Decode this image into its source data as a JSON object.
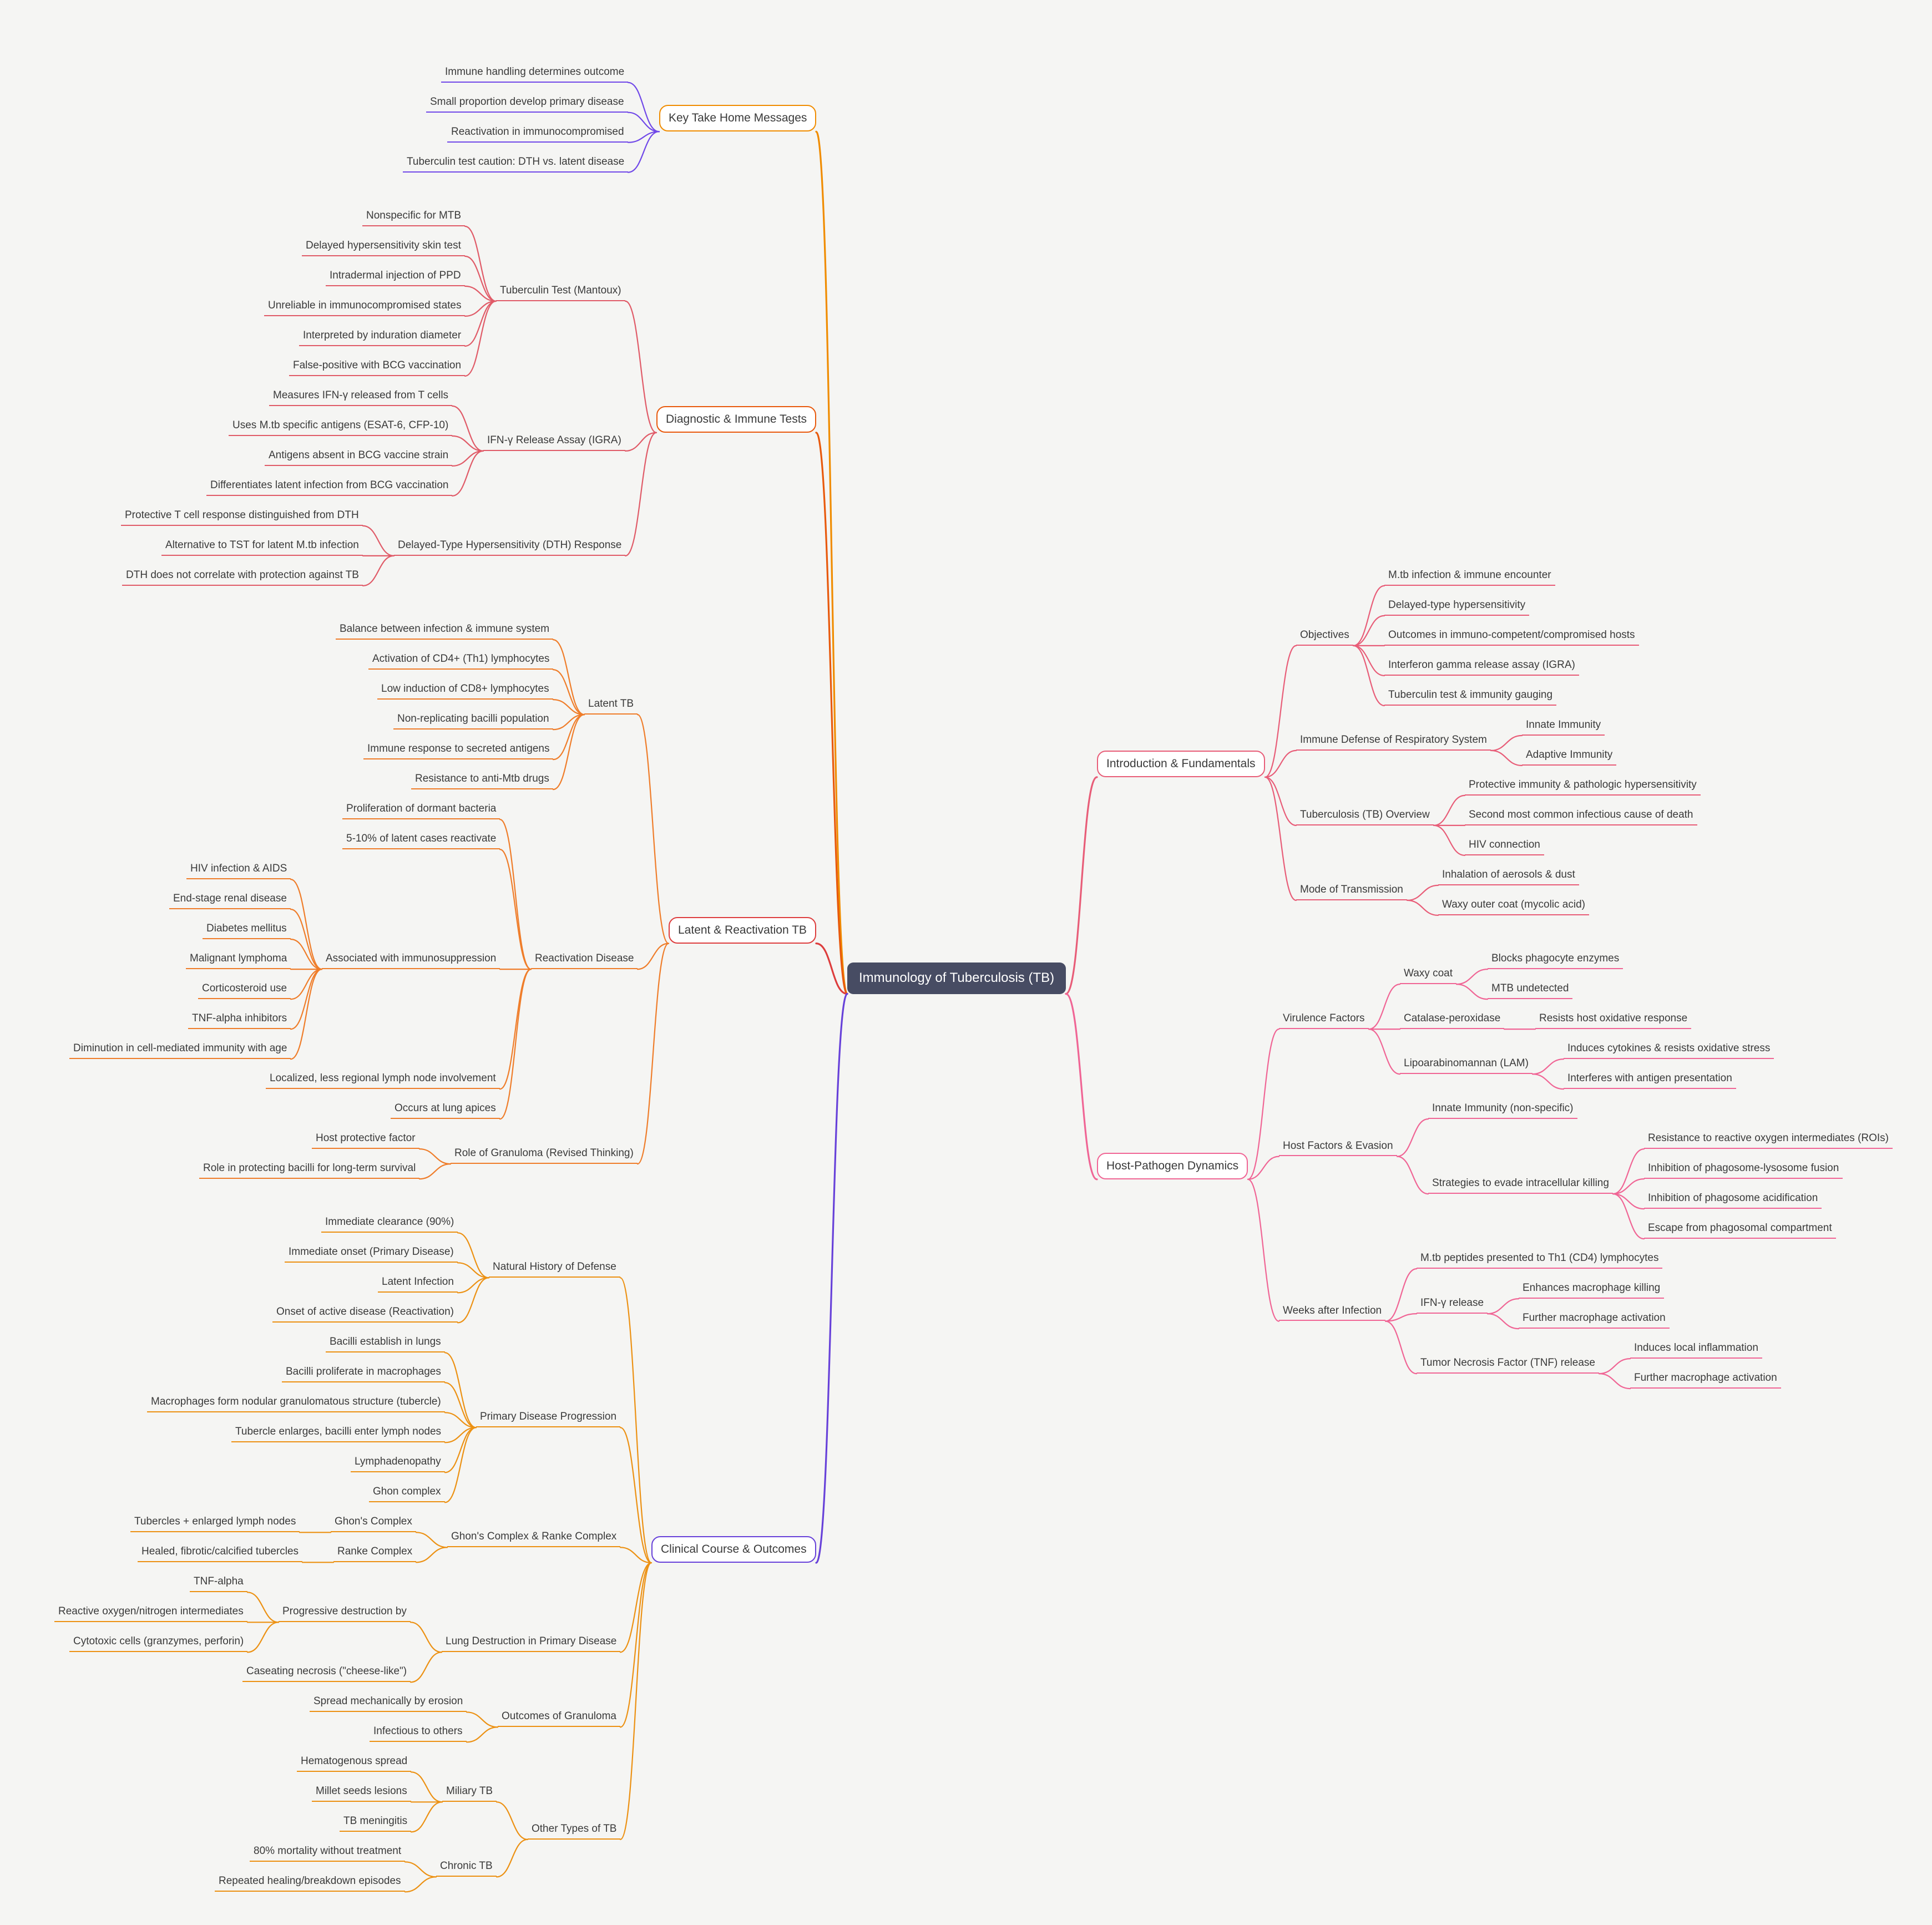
{
  "canvas": {
    "background": "#f5f5f3"
  },
  "root": {
    "label": "Immunology of Tuberculosis (TB)",
    "fill": "#474c63",
    "text_color": "#ffffff"
  },
  "branches": [
    {
      "label": "Introduction & Fundamentals",
      "side": "right",
      "color": "#e85d78",
      "descendant_color": "#e85d78",
      "children": [
        {
          "label": "Objectives",
          "children": [
            "M.tb infection & immune encounter",
            "Delayed-type hypersensitivity",
            "Outcomes in immuno-competent/compromised hosts",
            "Interferon gamma release assay (IGRA)",
            "Tuberculin test & immunity gauging"
          ]
        },
        {
          "label": "Immune Defense of Respiratory System",
          "children": [
            "Innate Immunity",
            "Adaptive Immunity"
          ]
        },
        {
          "label": "Tuberculosis (TB) Overview",
          "children": [
            "Protective immunity & pathologic hypersensitivity",
            "Second most common infectious cause of death",
            "HIV connection"
          ]
        },
        {
          "label": "Mode of Transmission",
          "children": [
            "Inhalation of aerosols & dust",
            "Waxy outer coat (mycolic acid)"
          ]
        }
      ]
    },
    {
      "label": "Host-Pathogen Dynamics",
      "side": "right",
      "color": "#f06595",
      "descendant_color": "#f06595",
      "children": [
        {
          "label": "Virulence Factors",
          "children": [
            {
              "label": "Waxy coat",
              "children": [
                "Blocks phagocyte enzymes",
                "MTB undetected"
              ]
            },
            {
              "label": "Catalase-peroxidase",
              "children": [
                "Resists host oxidative response"
              ]
            },
            {
              "label": "Lipoarabinomannan (LAM)",
              "children": [
                "Induces cytokines & resists oxidative stress",
                "Interferes with antigen presentation"
              ]
            }
          ]
        },
        {
          "label": "Host Factors & Evasion",
          "children": [
            "Innate Immunity (non-specific)",
            {
              "label": "Strategies to evade intracellular killing",
              "children": [
                "Resistance to reactive oxygen intermediates (ROIs)",
                "Inhibition of phagosome-lysosome fusion",
                "Inhibition of phagosome acidification",
                "Escape from phagosomal compartment"
              ]
            }
          ]
        },
        {
          "label": "Weeks after Infection",
          "children": [
            "M.tb peptides presented to Th1 (CD4) lymphocytes",
            {
              "label": "IFN-γ release",
              "children": [
                "Enhances macrophage killing",
                "Further macrophage activation"
              ]
            },
            {
              "label": "Tumor Necrosis Factor (TNF) release",
              "children": [
                "Induces local inflammation",
                "Further macrophage activation"
              ]
            }
          ]
        }
      ]
    },
    {
      "label": "Key Take Home Messages",
      "side": "left",
      "color": "#f08c00",
      "descendant_color": "#7048e8",
      "children": [
        "Immune handling determines outcome",
        "Small proportion develop primary disease",
        "Reactivation in immunocompromised",
        "Tuberculin test caution: DTH vs. latent disease"
      ]
    },
    {
      "label": "Diagnostic & Immune Tests",
      "side": "left",
      "color": "#e8590c",
      "descendant_color": "#e05b68",
      "children": [
        {
          "label": "Tuberculin Test (Mantoux)",
          "children": [
            "Nonspecific for MTB",
            "Delayed hypersensitivity skin test",
            "Intradermal injection of PPD",
            "Unreliable in immunocompromised states",
            "Interpreted by induration diameter",
            "False-positive with BCG vaccination"
          ]
        },
        {
          "label": "IFN-γ Release Assay (IGRA)",
          "children": [
            "Measures IFN-γ released from T cells",
            "Uses M.tb specific antigens (ESAT-6, CFP-10)",
            "Antigens absent in BCG vaccine strain",
            "Differentiates latent infection from BCG vaccination"
          ]
        },
        {
          "label": "Delayed-Type Hypersensitivity (DTH) Response",
          "children": [
            "Protective T cell response distinguished from DTH",
            "Alternative to TST for latent M.tb infection",
            "DTH does not correlate with protection against TB"
          ]
        }
      ]
    },
    {
      "label": "Latent & Reactivation TB",
      "side": "left",
      "color": "#dd3d3d",
      "descendant_color": "#ef7d2a",
      "children": [
        {
          "label": "Latent TB",
          "children": [
            "Balance between infection & immune system",
            "Activation of CD4+ (Th1) lymphocytes",
            "Low induction of CD8+ lymphocytes",
            "Non-replicating bacilli population",
            "Immune response to secreted antigens",
            "Resistance to anti-Mtb drugs"
          ]
        },
        {
          "label": "Reactivation Disease",
          "children": [
            "Proliferation of dormant bacteria",
            "5-10% of latent cases reactivate",
            {
              "label": "Associated with immunosuppression",
              "children": [
                "HIV infection & AIDS",
                "End-stage renal disease",
                "Diabetes mellitus",
                "Malignant lymphoma",
                "Corticosteroid use",
                "TNF-alpha inhibitors",
                "Diminution in cell-mediated immunity with age"
              ]
            },
            "Localized, less regional lymph node involvement",
            "Occurs at lung apices"
          ]
        },
        {
          "label": "Role of Granuloma (Revised Thinking)",
          "children": [
            "Host protective factor",
            "Role in protecting bacilli for long-term survival"
          ]
        }
      ]
    },
    {
      "label": "Clinical Course & Outcomes",
      "side": "left",
      "color": "#6741d9",
      "descendant_color": "#ec9113",
      "children": [
        {
          "label": "Natural History of Defense",
          "children": [
            "Immediate clearance (90%)",
            "Immediate onset (Primary Disease)",
            "Latent Infection",
            "Onset of active disease (Reactivation)"
          ]
        },
        {
          "label": "Primary Disease Progression",
          "children": [
            "Bacilli establish in lungs",
            "Bacilli proliferate in macrophages",
            "Macrophages form nodular granulomatous structure (tubercle)",
            "Tubercle enlarges, bacilli enter lymph nodes",
            "Lymphadenopathy",
            "Ghon complex"
          ]
        },
        {
          "label": "Ghon's Complex & Ranke Complex",
          "children": [
            {
              "label": "Ghon's Complex",
              "children": [
                "Tubercles + enlarged lymph nodes"
              ]
            },
            {
              "label": "Ranke Complex",
              "children": [
                "Healed, fibrotic/calcified tubercles"
              ]
            }
          ]
        },
        {
          "label": "Lung Destruction in Primary Disease",
          "children": [
            {
              "label": "Progressive destruction by",
              "children": [
                "TNF-alpha",
                "Reactive oxygen/nitrogen intermediates",
                "Cytotoxic cells (granzymes, perforin)"
              ]
            },
            "Caseating necrosis (\"cheese-like\")"
          ]
        },
        {
          "label": "Outcomes of Granuloma",
          "children": [
            "Spread mechanically by erosion",
            "Infectious to others"
          ]
        },
        {
          "label": "Other Types of TB",
          "children": [
            {
              "label": "Miliary TB",
              "children": [
                "Hematogenous spread",
                "Millet seeds lesions",
                "TB meningitis"
              ]
            },
            {
              "label": "Chronic TB",
              "children": [
                "80% mortality without treatment",
                "Repeated healing/breakdown episodes"
              ]
            }
          ]
        }
      ]
    }
  ]
}
